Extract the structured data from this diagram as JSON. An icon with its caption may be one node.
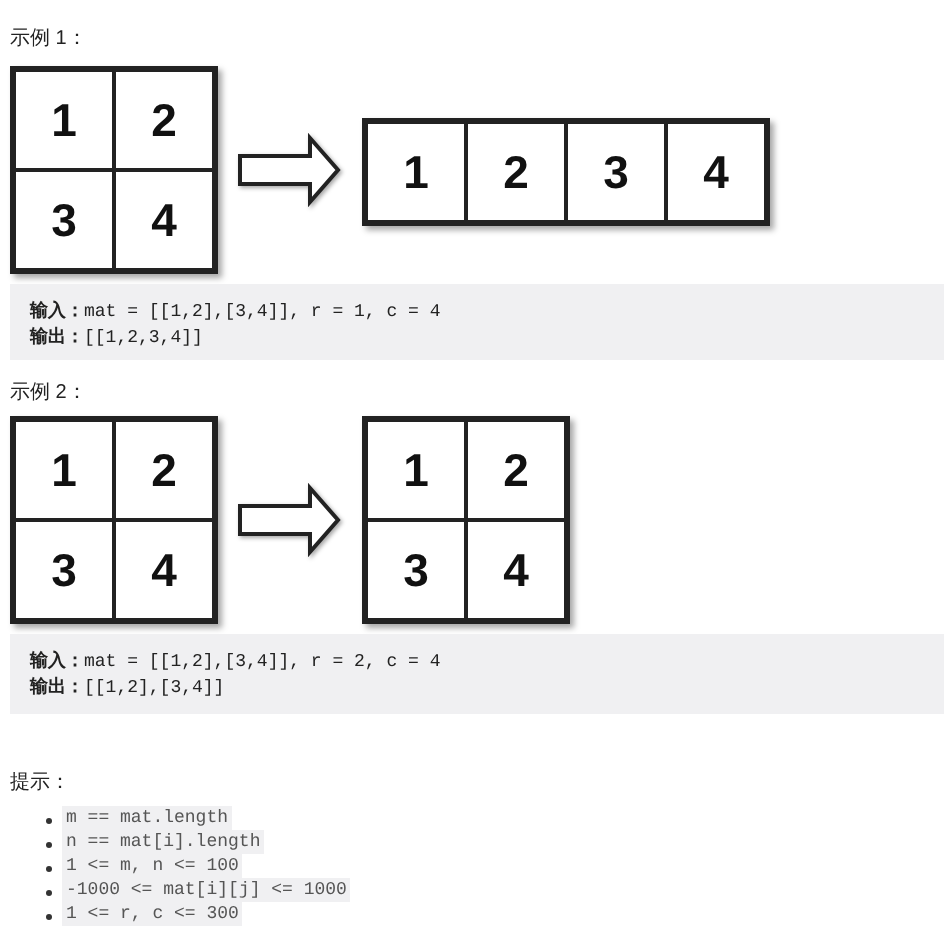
{
  "diagram": {
    "nodes": [
      {
        "text": [],
        "shape": "box"
      },
      {
        "text": [
          "1"
        ],
        "in": 0
      },
      {
        "text": [
          "2"
        ],
        "in": 0
      },
      {
        "text": [
          "3"
        ],
        "in": 0
      },
      {
        "text": [
          "4"
        ],
        "in": 0
      },
      {
        "text": [],
        "shape": "box"
      },
      {
        "text": [
          "1"
        ],
        "in": 5
      },
      {
        "text": [
          "2"
        ],
        "in": 5
      },
      {
        "text": [
          "3"
        ],
        "in": 5
      },
      {
        "text": [
          "4"
        ],
        "in": 5
      },
      {
        "text": [],
        "shape": "box"
      },
      {
        "text": [
          "1"
        ],
        "in": 10
      },
      {
        "text": [
          "2"
        ],
        "in": 10
      },
      {
        "text": [
          "3"
        ],
        "in": 10
      },
      {
        "text": [
          "4"
        ],
        "in": 10
      },
      {
        "text": [],
        "shape": "box"
      },
      {
        "text": [
          "1"
        ],
        "in": 15
      },
      {
        "text": [
          "2"
        ],
        "in": 15
      },
      {
        "text": [
          "3"
        ],
        "in": 15
      },
      {
        "text": [
          "4"
        ],
        "in": 15
      }
    ],
    "edges": [
      {
        "from": 0,
        "to": 5,
        "arrow": "to"
      },
      {
        "from": 10,
        "to": 15,
        "arrow": "to"
      }
    ],
    "labels": [
      "示例 1：",
      "**输入：**mat = [[1,2],[3,4]], r = 1, c = 4",
      "**输出：**[[1,2,3,4]]",
      "示例 2：",
      "**输入：**mat = [[1,2],[3,4]], r = 2, c = 4",
      "**输出：**[[1,2],[3,4]]",
      "提示：",
      "m == mat.length",
      "n == mat[i].length",
      "1 <= m, n <= 100",
      "-1000 <= mat[i][j] <= 1000",
      "1 <= r, c <= 300"
    ]
  }
}
